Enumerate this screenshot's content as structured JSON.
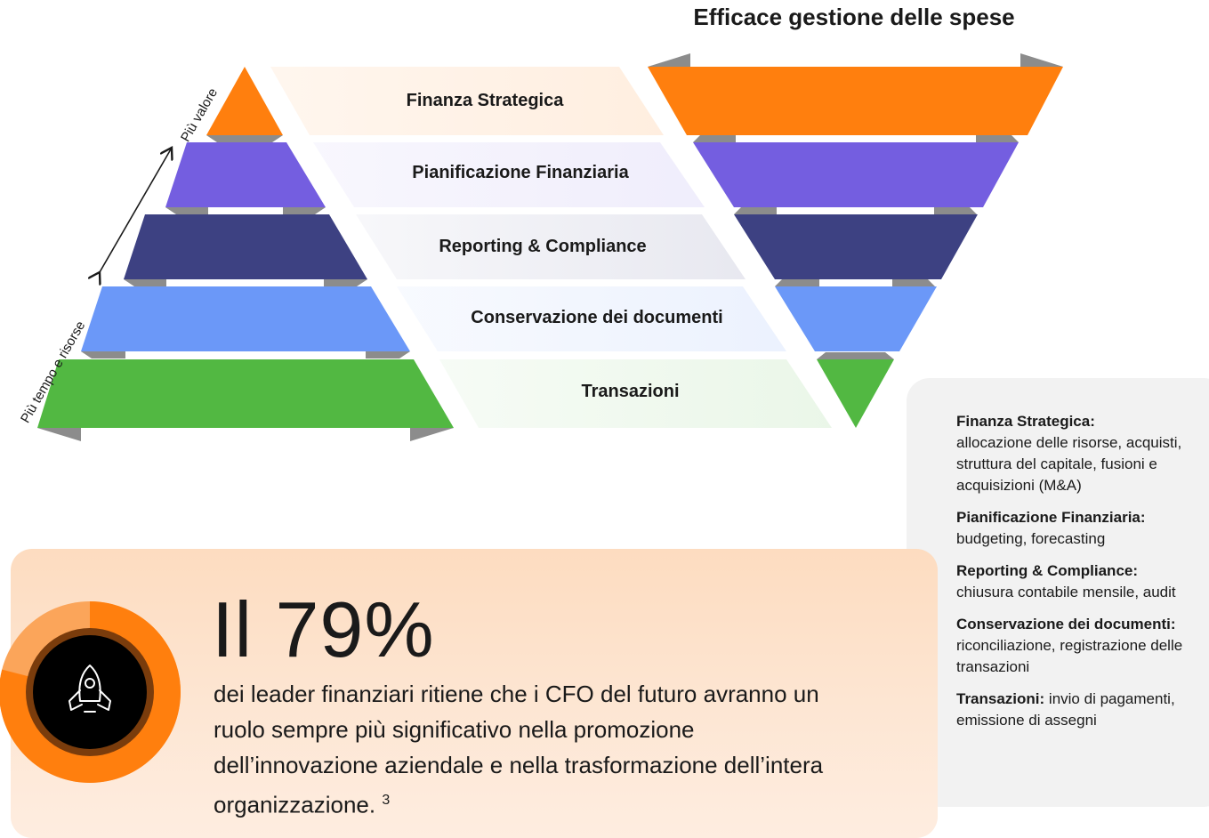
{
  "title": "Efficace gestione delle spese",
  "axis": {
    "top_label": "Più valore",
    "bottom_label": "Più tempo e risorse"
  },
  "levels": [
    {
      "name": "Finanza Strategica",
      "color": "#ff7f0e"
    },
    {
      "name": "Pianificazione Finanziaria",
      "color": "#745ee0"
    },
    {
      "name": "Reporting & Compliance",
      "color": "#3d4182"
    },
    {
      "name": "Conservazione dei documenti",
      "color": "#6b98f8"
    },
    {
      "name": "Transazioni",
      "color": "#52b842"
    }
  ],
  "legend": [
    {
      "term": "Finanza Strategica:",
      "desc": "allocazione delle risorse, acquisti, struttura del capitale, fusioni e acquisizioni (M&A)"
    },
    {
      "term": "Pianificazione Finanziaria:",
      "desc": "budgeting, forecasting"
    },
    {
      "term": "Reporting & Compliance:",
      "desc": "chiusura contabile mensile, audit"
    },
    {
      "term": "Conservazione dei documenti:",
      "desc": "riconciliazione, registrazione delle transazioni"
    },
    {
      "term": "Transazioni:",
      "desc": "invio di pagamenti, emissione di assegni"
    }
  ],
  "stat": {
    "number": "Il 79%",
    "text": "dei leader finanziari ritiene che i CFO del futuro avranno un ruolo sempre più significativo nella promozione dell’innovazione aziendale e nella trasformazione dell’intera organizzazione.",
    "footnote": "3",
    "percent": 79
  },
  "colors": {
    "accent": "#ff7f0e",
    "accent_light": "#fba55a",
    "connector": "#8c8c8c"
  },
  "icons": {
    "stat_icon": "rocket-icon"
  }
}
